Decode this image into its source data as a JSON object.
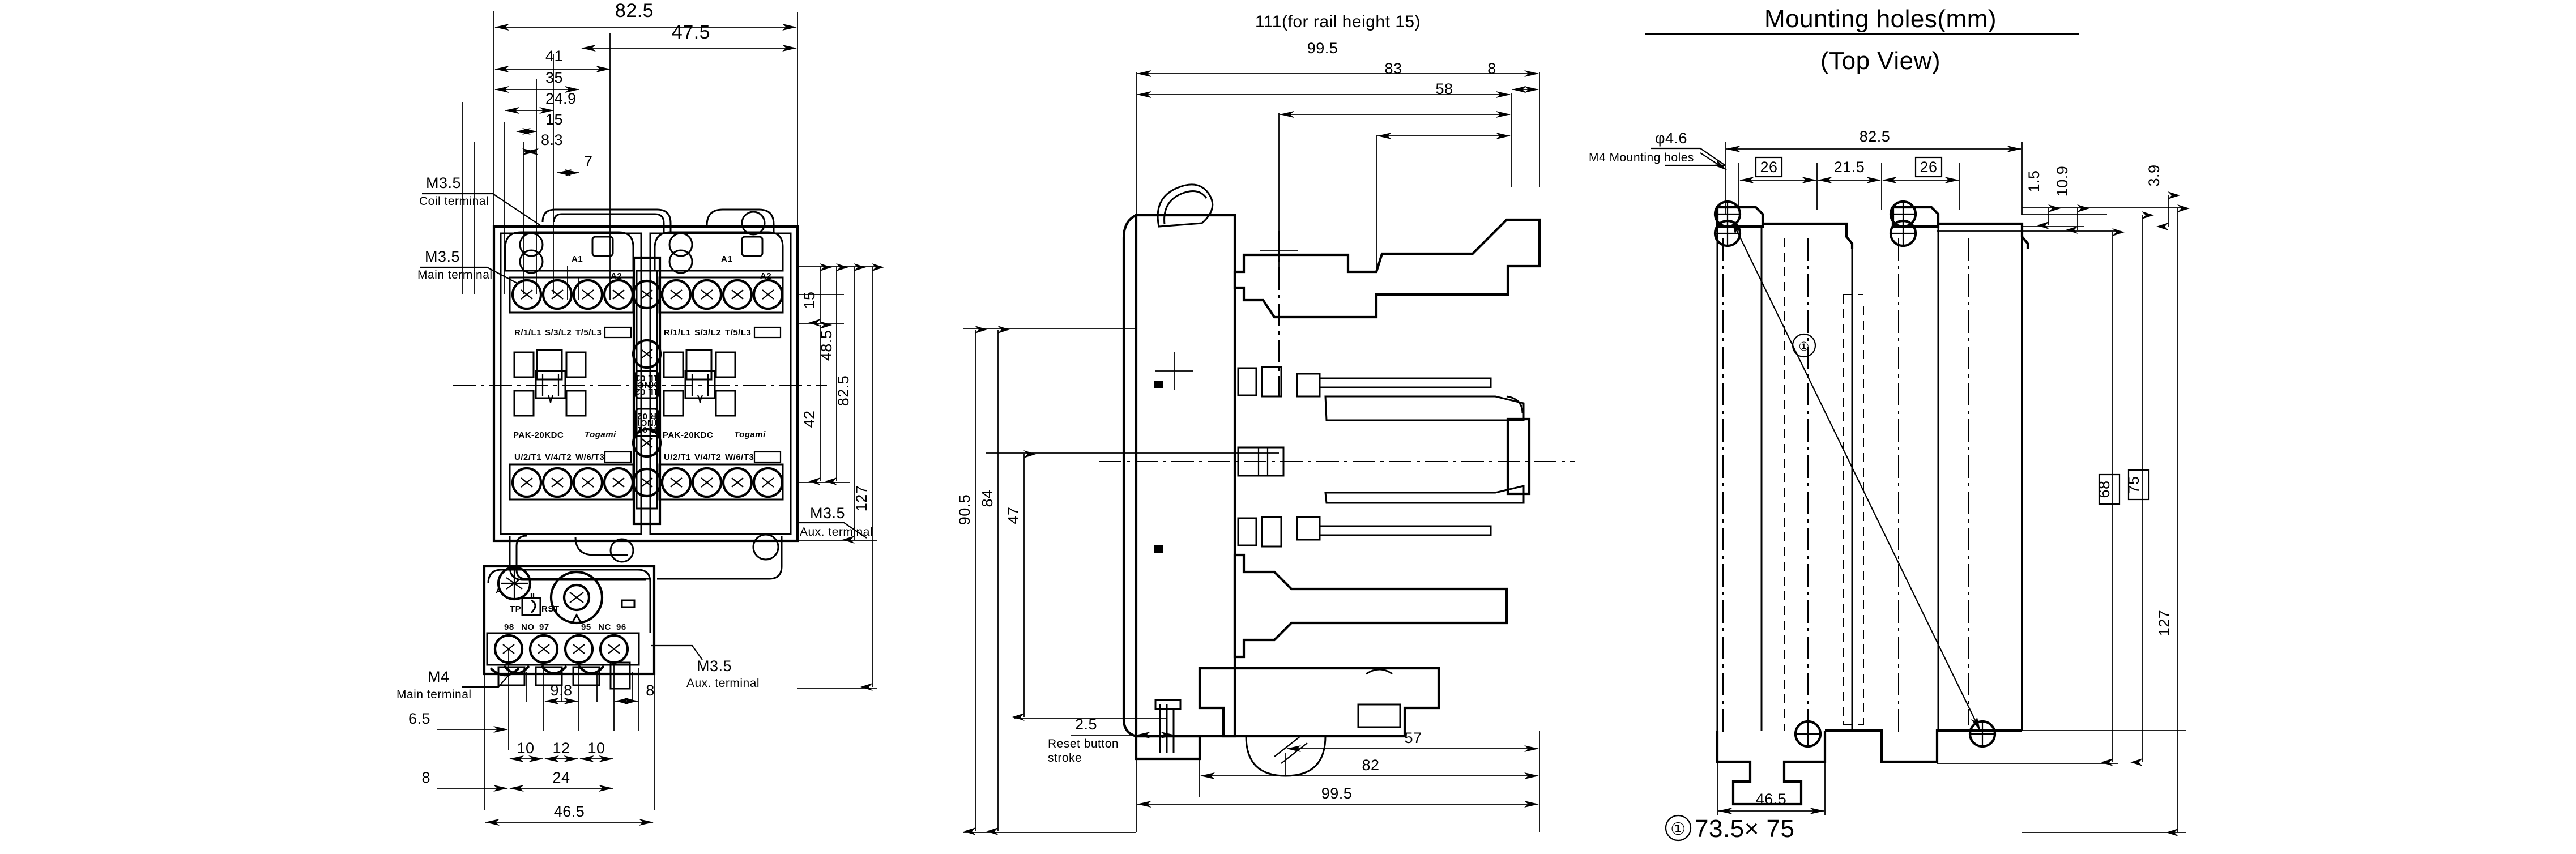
{
  "drawing": {
    "title_mounting": "Mounting holes(mm)",
    "subtitle_topview": "(Top View)",
    "note_bottom": "① 73.5× 75",
    "product_label": "PAK-20KDC",
    "brand_label": "Togami"
  },
  "front_view": {
    "callouts": [
      {
        "id": "coil-terminal",
        "size": "M3.5",
        "text": "Coil terminal"
      },
      {
        "id": "main-terminal",
        "size": "M3.5",
        "text": "Main terminal"
      },
      {
        "id": "aux-terminal-right",
        "size": "M3.5",
        "text": "Aux. terminal"
      },
      {
        "id": "aux-terminal-lower",
        "size": "M3.5",
        "text": "Aux. terminal"
      },
      {
        "id": "main-terminal-m4",
        "size": "M4",
        "text": "Main terminal"
      }
    ],
    "top_dims": [
      "82.5",
      "47.5",
      "41",
      "35",
      "24.9",
      "15",
      "8.3",
      "7"
    ],
    "right_dims": [
      "15",
      "48.5",
      "42",
      "82.5",
      "127"
    ],
    "bottom_dims": [
      "9.8",
      "8",
      "6.5",
      "10",
      "12",
      "10",
      "8",
      "24",
      "46.5"
    ],
    "terminal_markings_top": [
      "R/1/L1",
      "S/3/L2",
      "T/5/L3"
    ],
    "terminal_markings_bottom": [
      "U/2/T1",
      "V/4/T2",
      "W/6/T3"
    ],
    "coil_marks": [
      "A1",
      "A2"
    ],
    "interlock_marks": [
      "1L 02",
      "p(NC)",
      "1L 01",
      "R 01",
      "(NO)",
      "R 02"
    ],
    "relay_terminal_labels": [
      "98",
      "NO",
      "97",
      "95",
      "NC",
      "96"
    ],
    "relay_dial_label": "A"
  },
  "side_view": {
    "top_dims": [
      "111(for rail height 15)",
      "99.5",
      "83",
      "58",
      "8"
    ],
    "left_dims": [
      "90.5",
      "84",
      "47"
    ],
    "bottom_dims": [
      "2.5",
      "57",
      "82",
      "99.5"
    ],
    "reset_note": "Reset button\nstroke",
    "reset_note_line1": "Reset button",
    "reset_note_line2": "stroke"
  },
  "top_view": {
    "title": "Mounting holes(mm)",
    "subtitle": "(Top View)",
    "hole_callout_size": "φ4.6",
    "hole_callout_text": "M4 Mounting holes",
    "top_dims": [
      "82.5",
      "26",
      "21.5",
      "26"
    ],
    "right_dims": [
      "1.5",
      "10.9",
      "3.9",
      "68",
      "75",
      "127"
    ],
    "bottom_dims": [
      "46.5"
    ],
    "balloon": "①",
    "note": "① 73.5× 75"
  },
  "colors": {
    "line": "#000000",
    "background": "#ffffff"
  }
}
